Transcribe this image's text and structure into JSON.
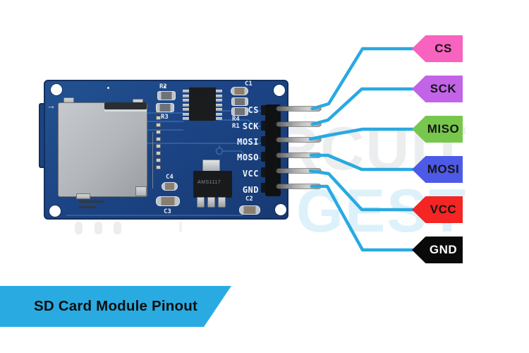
{
  "title_banner": {
    "label": "SD Card Module Pinout",
    "color": "#29abe2"
  },
  "watermark": {
    "line1": "RCUIT",
    "line2": "GEST"
  },
  "board": {
    "arrow_symbol": "→",
    "silkscreen": {
      "r2": "R2",
      "r3": "R3",
      "c1": "C1",
      "r4": "R4",
      "r1": "R1",
      "c4": "C4",
      "c3": "C3",
      "c2": "C2",
      "regulator": "AMS1117"
    },
    "pin_labels": [
      "CS",
      "SCK",
      "MOSI",
      "MOSO",
      "VCC",
      "GND"
    ]
  },
  "pinout": {
    "wire_color": "#29a9e1",
    "flags": [
      {
        "label": "CS",
        "color": "#f763be",
        "text_color": "#151515"
      },
      {
        "label": "SCK",
        "color": "#c263e8",
        "text_color": "#151515"
      },
      {
        "label": "MISO",
        "color": "#77c74c",
        "text_color": "#151515"
      },
      {
        "label": "MOSI",
        "color": "#4d5ae8",
        "text_color": "#151515"
      },
      {
        "label": "VCC",
        "color": "#f42522",
        "text_color": "#151515"
      },
      {
        "label": "GND",
        "color": "#0a0a0a",
        "text_color": "#ffffff"
      }
    ]
  }
}
